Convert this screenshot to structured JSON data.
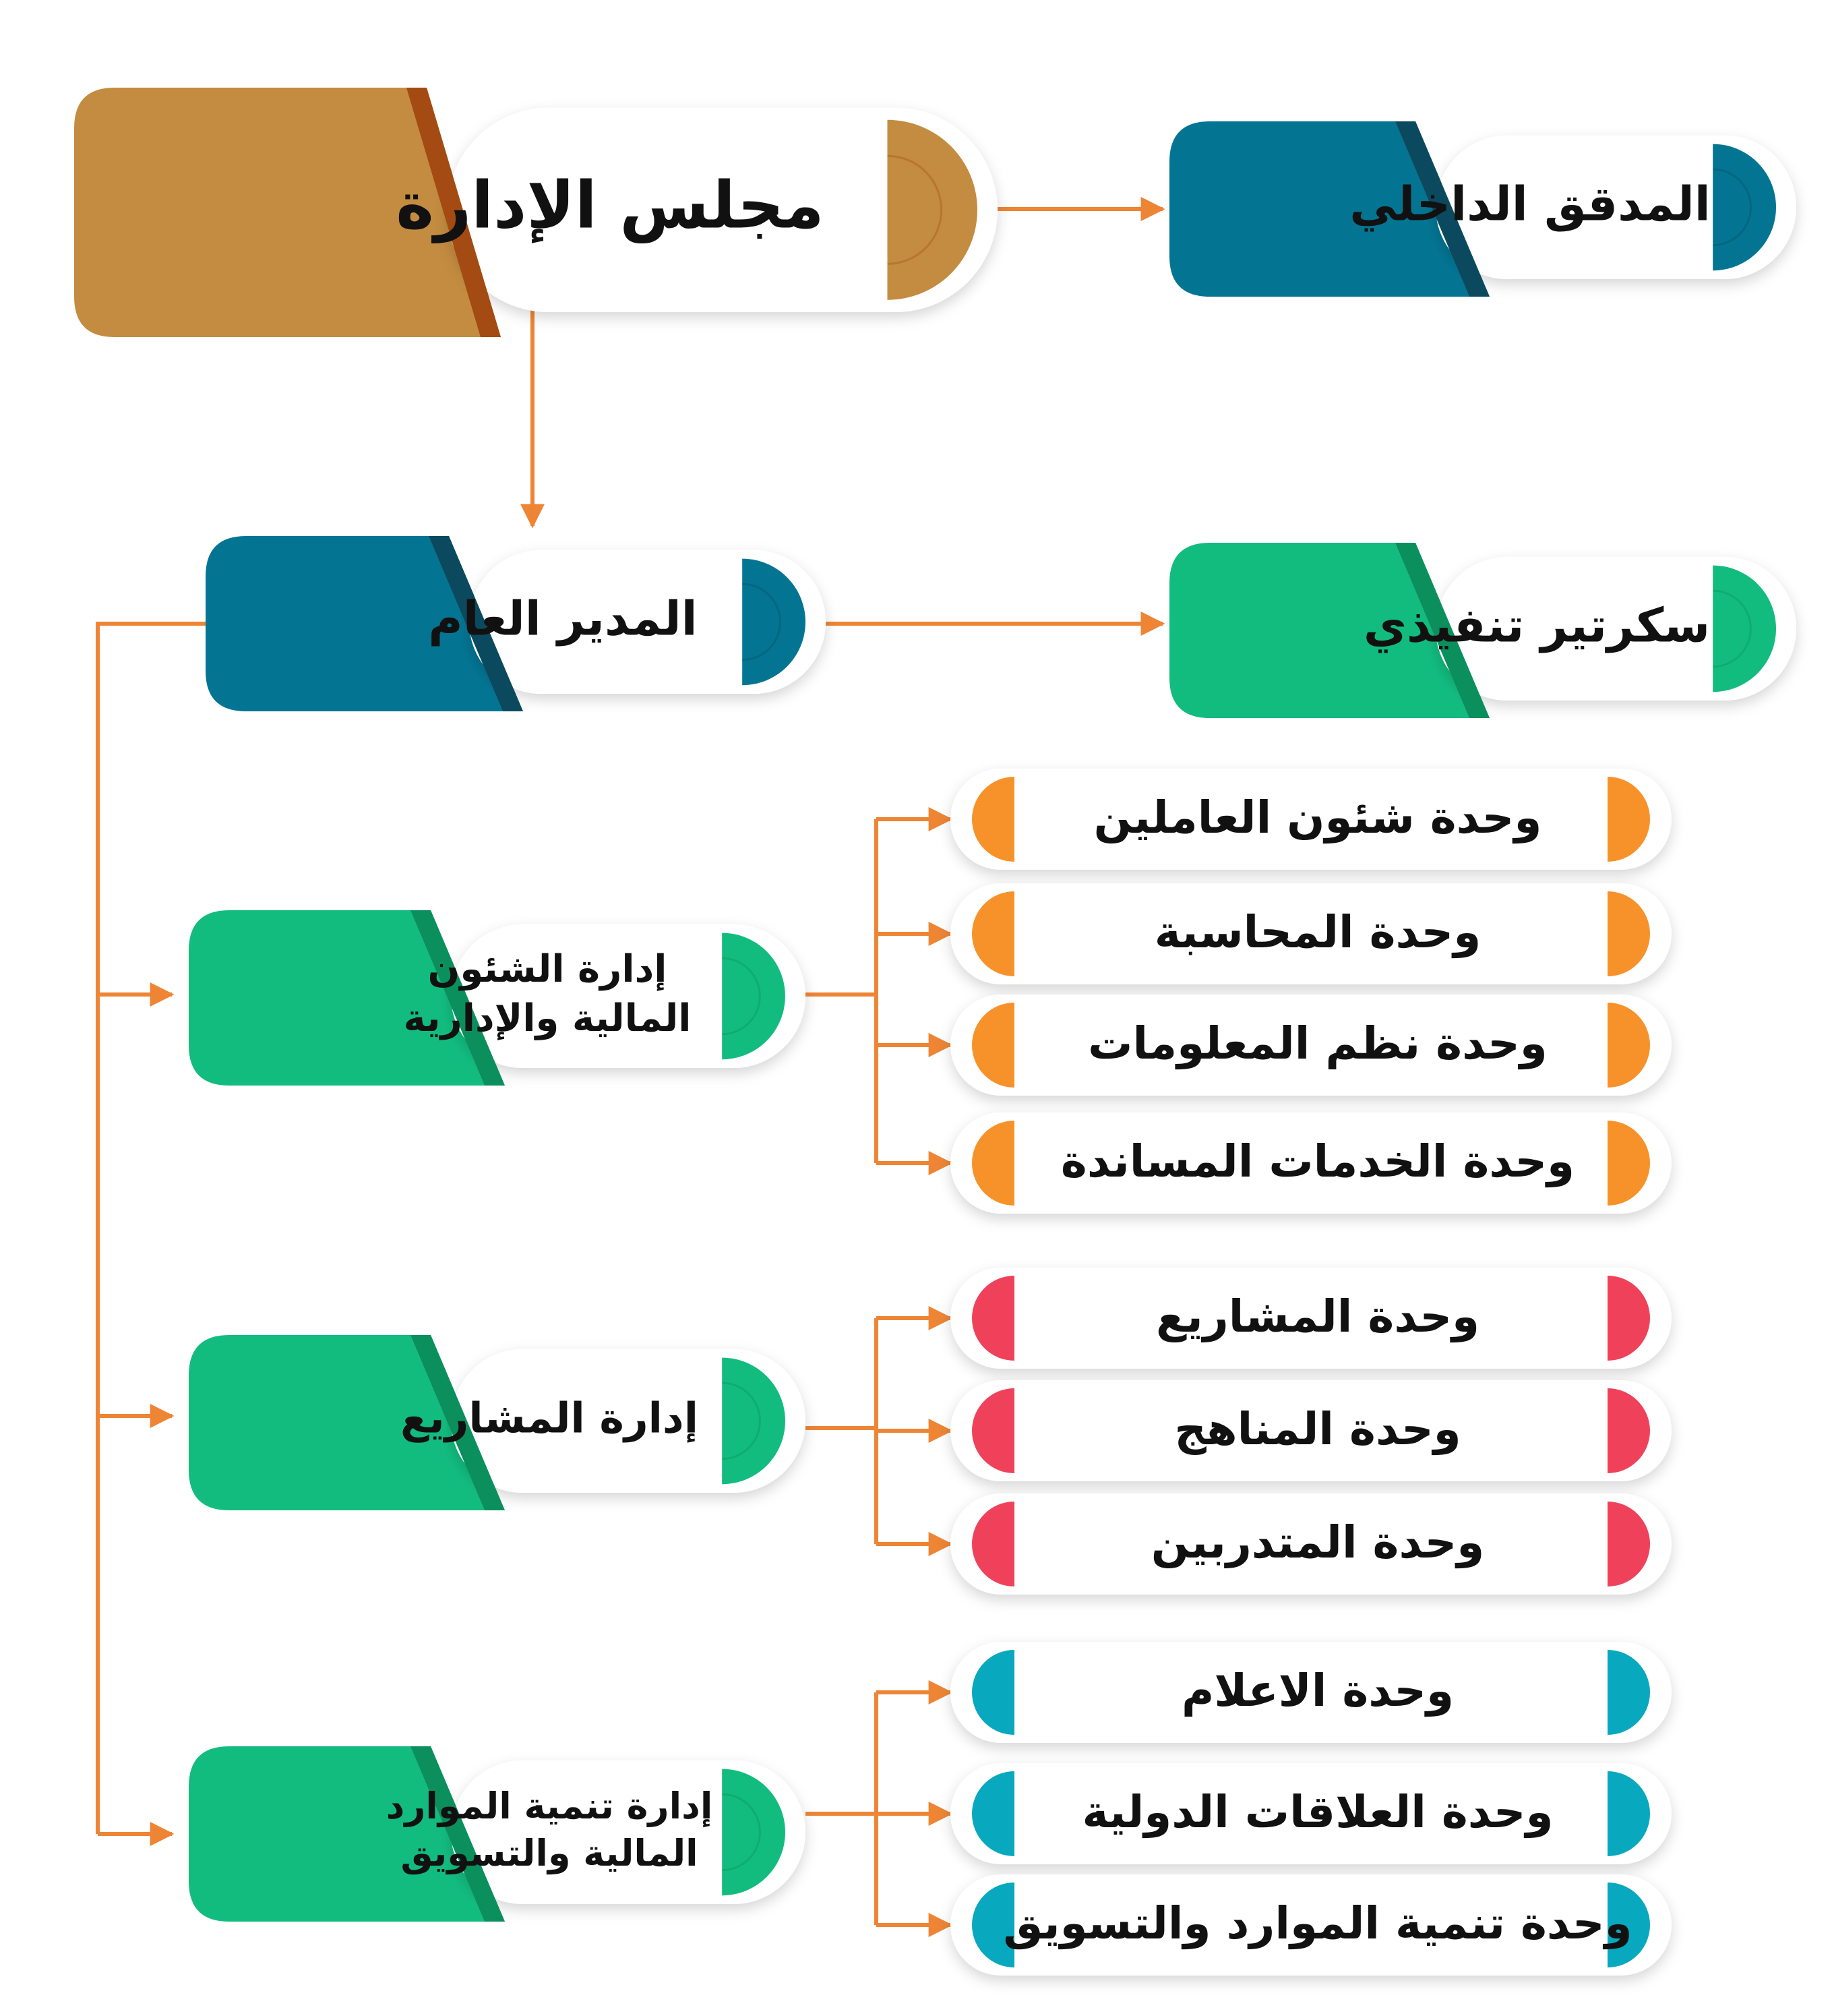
{
  "colors": {
    "board": "#C38C40",
    "board_dark": "#9E5E1F",
    "board_shadow": "#A34B12",
    "blue": "#037593",
    "blue_dark": "#0B4A5E",
    "green": "#12BC7F",
    "green_dark": "#0B8F5D",
    "orange": "#F7922A",
    "red": "#EF425A",
    "cyan": "#08A8BE",
    "connector": "#EE8535"
  },
  "nodes": {
    "board": "مجلس الإدارة",
    "auditor": "المدقق الداخلي",
    "gm": "المدير العام",
    "secretary": "سكرتير تنفيذي",
    "admin_finance": [
      "إدارة الشئون",
      "المالية والإدارية"
    ],
    "projects": "إدارة المشاريع",
    "resources": [
      "إدارة تنمية الموارد",
      "المالية والتسويق"
    ]
  },
  "units": {
    "admin_finance": [
      "وحدة شئون العاملين",
      "وحدة المحاسبة",
      "وحدة نظم المعلومات",
      "وحدة الخدمات المساندة"
    ],
    "projects": [
      "وحدة المشاريع",
      "وحدة المناهج",
      "وحدة المتدربين"
    ],
    "resources": [
      "وحدة الاعلام",
      "وحدة العلاقات الدولية",
      "وحدة تنمية الموارد والتسويق"
    ]
  }
}
